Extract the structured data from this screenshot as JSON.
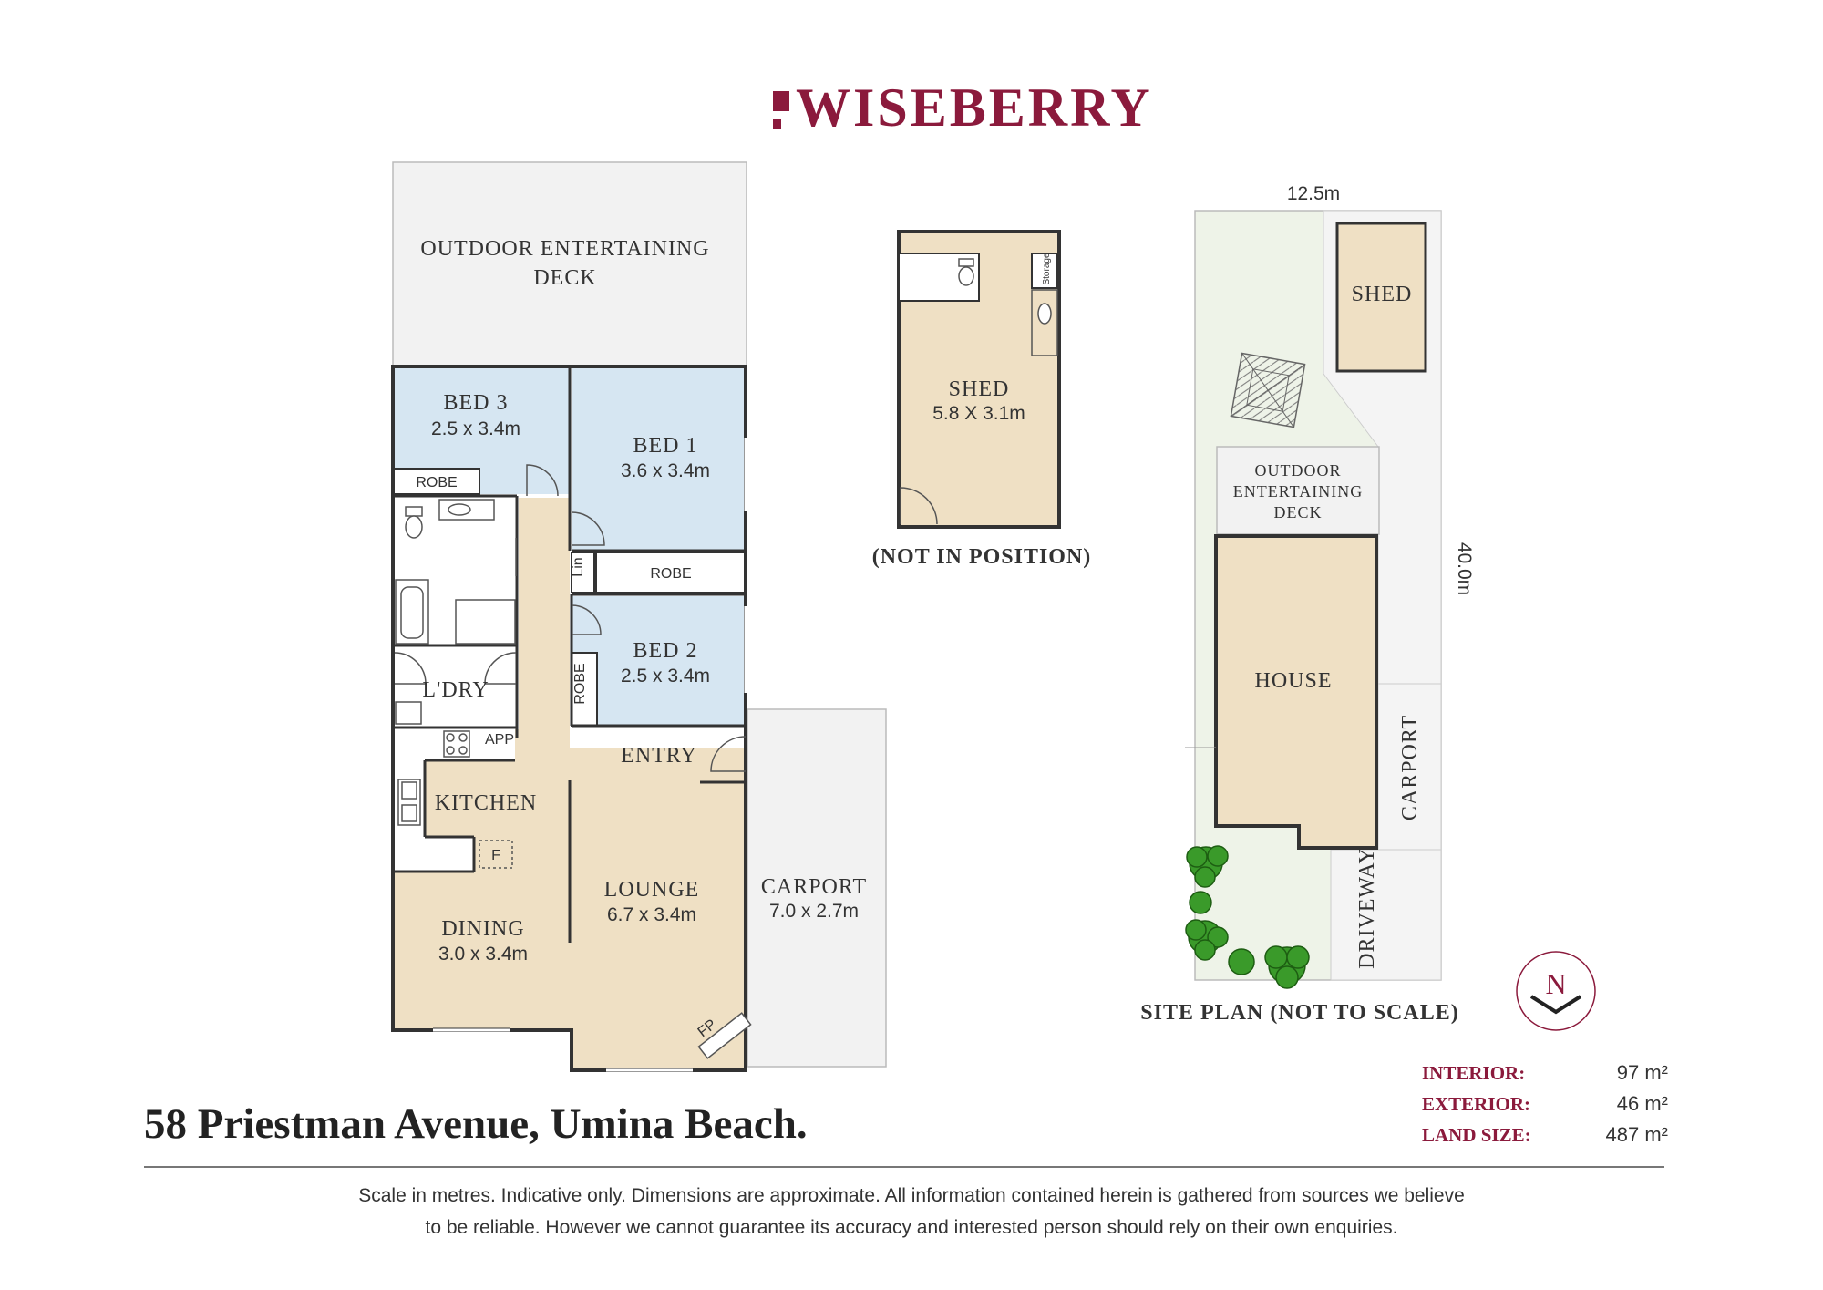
{
  "brand": {
    "name": "WISEBERRY",
    "color": "#8b1a3c"
  },
  "main_plan": {
    "outdoor_deck": "OUTDOOR ENTERTAINING",
    "outdoor_deck_2": "DECK",
    "bed3": {
      "name": "BED 3",
      "size": "2.5 x 3.4m"
    },
    "bed1": {
      "name": "BED 1",
      "size": "3.6 x 3.4m"
    },
    "bed2": {
      "name": "BED 2",
      "size": "2.5 x 3.4m"
    },
    "robe": "ROBE",
    "lin": "Lin",
    "laundry": "L'DRY",
    "app": "APP",
    "kitchen": "KITCHEN",
    "fridge": "F",
    "entry": "ENTRY",
    "lounge": {
      "name": "LOUNGE",
      "size": "6.7 x 3.4m"
    },
    "dining": {
      "name": "DINING",
      "size": "3.0 x 3.4m"
    },
    "carport": {
      "name": "CARPORT",
      "size": "7.0 x 2.7m"
    },
    "fireplace": "FP"
  },
  "shed_plan": {
    "name": "SHED",
    "size": "5.8 X 3.1m",
    "storage": "Storage",
    "note": "(NOT IN POSITION)"
  },
  "site_plan": {
    "width_label": "12.5m",
    "depth_label": "40.0m",
    "shed": "SHED",
    "deck_1": "OUTDOOR",
    "deck_2": "ENTERTAINING",
    "deck_3": "DECK",
    "house": "HOUSE",
    "carport": "CARPORT",
    "driveway": "DRIVEWAY",
    "caption": "SITE PLAN (NOT TO SCALE)",
    "north": "N"
  },
  "colors": {
    "bedroom": "#d6e6f2",
    "living": "#efe0c4",
    "outdoor": "#f2f2f2",
    "wet": "#ffffff",
    "lawn": "#eef3e8",
    "wall": "#333333",
    "tree": "#3a9a2a"
  },
  "address": "58 Priestman Avenue, Umina Beach.",
  "areas": [
    {
      "label": "INTERIOR:",
      "value": "97 m²"
    },
    {
      "label": "EXTERIOR:",
      "value": "46 m²"
    },
    {
      "label": "LAND SIZE:",
      "value": "487 m²"
    }
  ],
  "disclaimer": {
    "line1": "Scale in metres. Indicative only. Dimensions are approximate. All information contained herein is gathered from sources we believe",
    "line2": "to be reliable. However we cannot guarantee its accuracy and interested person should rely on their own enquiries."
  }
}
